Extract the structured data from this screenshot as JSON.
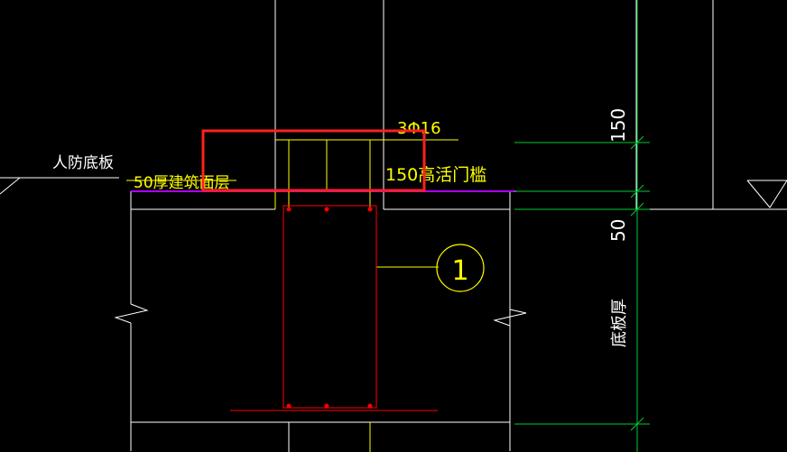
{
  "labels": {
    "civil_defense_slab": "人防底板",
    "surface_layer": "50厚建筑面层",
    "rebar": "3Φ16",
    "movable_sill": "150高活门槛",
    "marker": "1",
    "dim_top": "150",
    "dim_mid": "50",
    "slab_thickness": "底板厚"
  },
  "colors": {
    "background": "#000000",
    "white": "#ffffff",
    "yellow": "#ffff00",
    "red": "#ff0000",
    "green": "#00cc33",
    "purple": "#b000ff",
    "highlight": "#ff2020"
  }
}
